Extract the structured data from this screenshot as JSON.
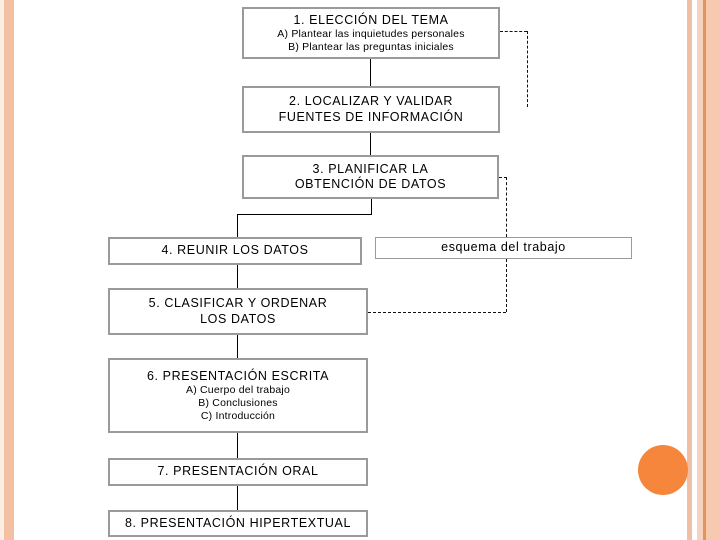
{
  "decor": {
    "left_stripe_color": "#f3c0a3",
    "right_stripe_color": "#f8c9b1",
    "right_accent_line_color": "#e0945e",
    "circle_color": "#f5863c",
    "box_border_color": "#9a9a9a"
  },
  "flowchart": {
    "step1": {
      "title": "1. ELECCIÓN DEL TEMA",
      "sub_a": "A) Plantear las inquietudes personales",
      "sub_b": "B) Plantear las preguntas iniciales"
    },
    "step2": {
      "line1": "2. LOCALIZAR Y VALIDAR",
      "line2": "FUENTES DE INFORMACIÓN"
    },
    "step3": {
      "line1": "3. PLANIFICAR LA",
      "line2": "OBTENCIÓN DE DATOS"
    },
    "step4": {
      "title": "4. REUNIR LOS DATOS"
    },
    "esquema": {
      "label": "esquema del trabajo"
    },
    "step5": {
      "line1": "5. CLASIFICAR Y ORDENAR",
      "line2": "LOS DATOS"
    },
    "step6": {
      "title": "6. PRESENTACIÓN ESCRITA",
      "sub_a": "A) Cuerpo del trabajo",
      "sub_b": "B) Conclusiones",
      "sub_c": "C) Introducción"
    },
    "step7": {
      "title": "7. PRESENTACIÓN ORAL"
    },
    "step8": {
      "title": "8. PRESENTACIÓN HIPERTEXTUAL"
    }
  }
}
